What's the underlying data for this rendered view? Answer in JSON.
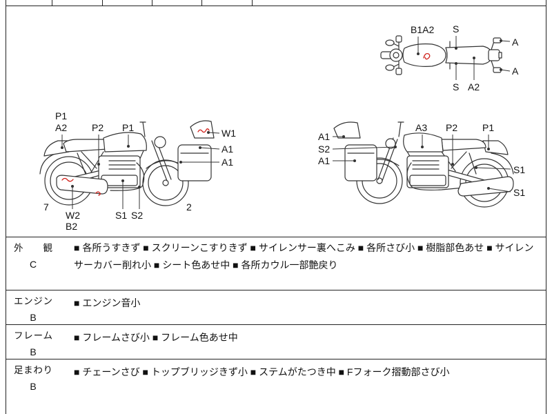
{
  "diagram": {
    "top_view": {
      "labels": [
        "B1A2",
        "S",
        "A",
        "A",
        "S",
        "A2"
      ]
    },
    "left_view": {
      "labels": [
        "P1",
        "A2",
        "P2",
        "P1",
        "W1",
        "A1",
        "A1",
        "7",
        "W2",
        "B2",
        "S1",
        "S2",
        "2"
      ]
    },
    "right_view": {
      "labels": [
        "A1",
        "S2",
        "A1",
        "A3",
        "P2",
        "P1",
        "S1",
        "S1"
      ]
    },
    "line_color": "#333333",
    "damage_mark_color": "#d0201a"
  },
  "condition_sections": [
    {
      "category": "外　観",
      "grade": "C",
      "details": "■ 各所うすきず ■ スクリーンこすりきず ■ サイレンサー裏へこみ ■ 各所さび小 ■ 樹脂部色あせ ■ サイレンサーカバー削れ小 ■ シート色あせ中 ■ 各所カウル一部艶戻り"
    },
    {
      "category": "エンジン",
      "grade": "B",
      "details": "■ エンジン音小"
    },
    {
      "category": "フレーム",
      "grade": "B",
      "details": "■ フレームさび小 ■ フレーム色あせ中"
    },
    {
      "category": "足まわり",
      "grade": "B",
      "details": "■ チェーンさび ■ トップブリッジきず小 ■ ステムがたつき中 ■ Fフォーク摺動部さび小"
    }
  ]
}
